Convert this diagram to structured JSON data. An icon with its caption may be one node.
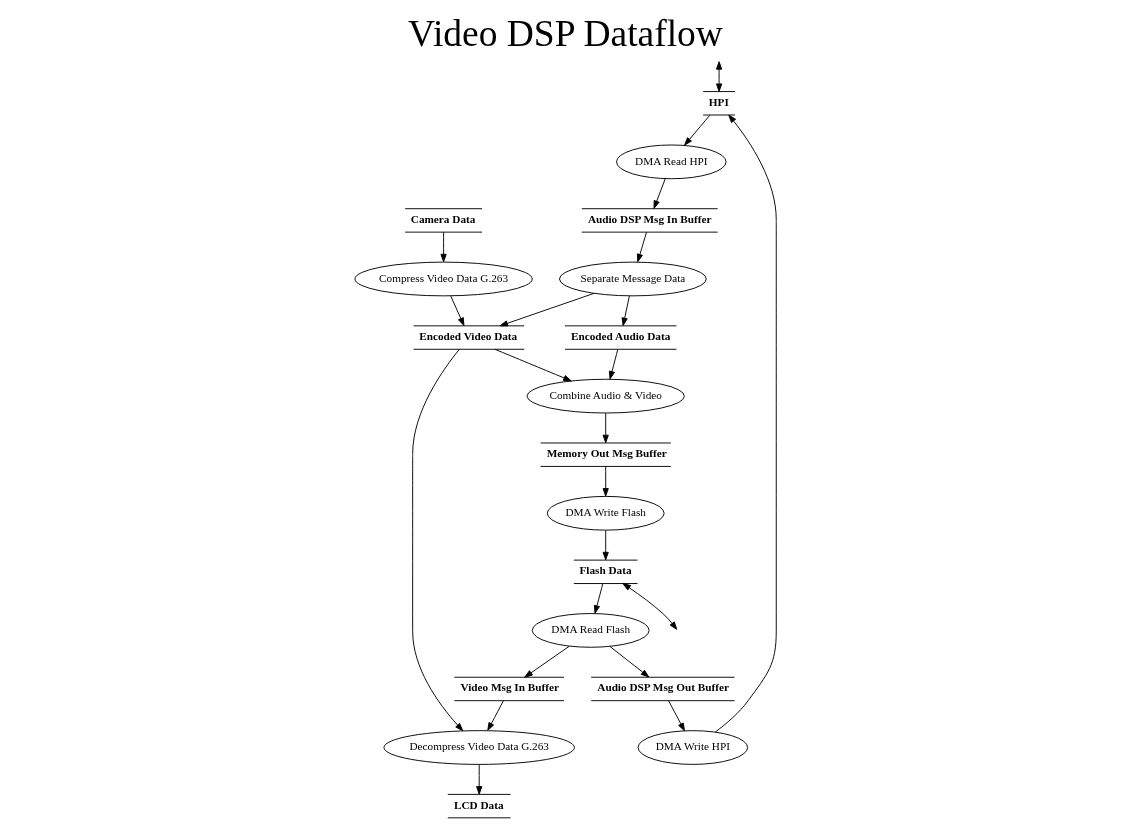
{
  "diagram": {
    "title": "Video DSP Dataflow",
    "nodes": [
      {
        "text": [
          "HPI"
        ]
      },
      {
        "text": [
          "DMA Read HPI"
        ]
      },
      {
        "text": [
          "DMA Write HPI"
        ]
      },
      {
        "text": [
          "Audio DSP Msg In Buffer"
        ]
      },
      {
        "text": [
          "Separate Message Data"
        ]
      },
      {
        "text": [
          "Camera Data"
        ]
      },
      {
        "text": [
          "Compress Video Data G.263"
        ]
      },
      {
        "text": [
          "Encoded Audio Data"
        ]
      },
      {
        "text": [
          "Encoded Video Data"
        ]
      },
      {
        "text": [
          "Decompress Video Data G.263"
        ]
      },
      {
        "text": [
          "LCD Data"
        ]
      },
      {
        "text": [
          "Audio DSP Msg Out Buffer"
        ]
      },
      {
        "text": [
          "Combine Audio & Video"
        ]
      },
      {
        "text": [
          "Video Msg In Buffer"
        ]
      },
      {
        "text": [
          "Memory Out Msg Buffer"
        ]
      },
      {
        "text": [
          "DMA Read Flash"
        ]
      },
      {
        "text": [
          "DMA Write Flash"
        ]
      },
      {
        "text": [
          "Flash Data"
        ]
      }
    ],
    "edges": [
      {
        "from": null,
        "to": 0,
        "arrow": "both"
      },
      {
        "from": 0,
        "to": 1,
        "arrow": "to"
      },
      {
        "from": 2,
        "to": 0,
        "arrow": "to"
      },
      {
        "from": 1,
        "to": 3,
        "arrow": "to"
      },
      {
        "from": 3,
        "to": 4,
        "arrow": "to"
      },
      {
        "from": 4,
        "to": 7,
        "arrow": "to"
      },
      {
        "from": 4,
        "to": 8,
        "arrow": "to"
      },
      {
        "from": 5,
        "to": 6,
        "arrow": "to"
      },
      {
        "from": 6,
        "to": 8,
        "arrow": "to"
      },
      {
        "from": 8,
        "to": 9,
        "arrow": "to"
      },
      {
        "from": 9,
        "to": 10,
        "arrow": "to"
      },
      {
        "from": 7,
        "to": 12,
        "arrow": "to"
      },
      {
        "from": 8,
        "to": 12,
        "arrow": "to"
      },
      {
        "from": 12,
        "to": 14,
        "arrow": "to"
      },
      {
        "from": 14,
        "to": 16,
        "arrow": "to"
      },
      {
        "from": 16,
        "to": 17,
        "arrow": "to"
      },
      {
        "from": 17,
        "to": 15,
        "arrow": "to"
      },
      {
        "from": 15,
        "to": 13,
        "arrow": "to"
      },
      {
        "from": 13,
        "to": 9,
        "arrow": "to"
      },
      {
        "from": 15,
        "to": 11,
        "arrow": "to"
      },
      {
        "from": 11,
        "to": 2,
        "arrow": "to"
      },
      {
        "from": 17,
        "to": null,
        "arrow": "both"
      }
    ]
  }
}
